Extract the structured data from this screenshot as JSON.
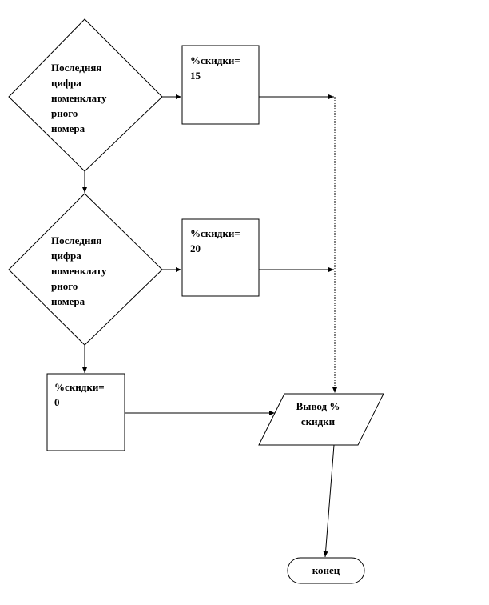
{
  "diagram": {
    "decision_1": {
      "lines": [
        "Последняя",
        "цифра",
        "номенклату",
        "рного",
        "номера"
      ]
    },
    "process_15": {
      "lines": [
        "%скидки=",
        "15"
      ]
    },
    "decision_2": {
      "lines": [
        "Последняя",
        "цифра",
        "номенклату",
        "рного",
        "номера"
      ]
    },
    "process_20": {
      "lines": [
        "%скидки=",
        "20"
      ]
    },
    "process_0": {
      "lines": [
        "%скидки=",
        "0"
      ]
    },
    "output": {
      "lines": [
        "Вывод %",
        "скидки"
      ]
    },
    "terminal": {
      "label": "конец"
    }
  }
}
